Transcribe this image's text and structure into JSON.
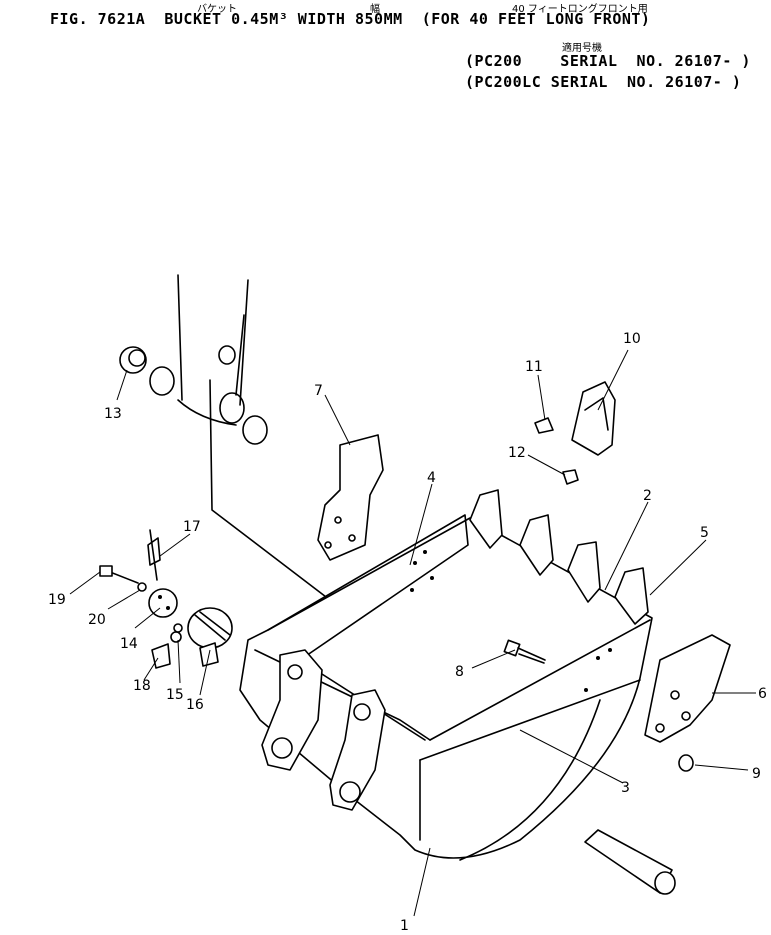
{
  "header": {
    "title": "FIG. 7621A  BUCKET 0.45M³ WIDTH 850MM  (FOR 40 FEET LONG FRONT)",
    "jp_bucket": "バケット",
    "jp_width": "幅",
    "jp_front": "40 フィートロングフロント用",
    "jp_applicable": "適用号機",
    "serial_1": "(PC200    SERIAL  NO. 26107- )",
    "serial_2": "(PC200LC SERIAL  NO. 26107- )"
  },
  "callouts": [
    "1",
    "2",
    "3",
    "4",
    "5",
    "6",
    "7",
    "8",
    "9",
    "10",
    "11",
    "12",
    "13",
    "14",
    "15",
    "16",
    "17",
    "18",
    "19",
    "20"
  ]
}
